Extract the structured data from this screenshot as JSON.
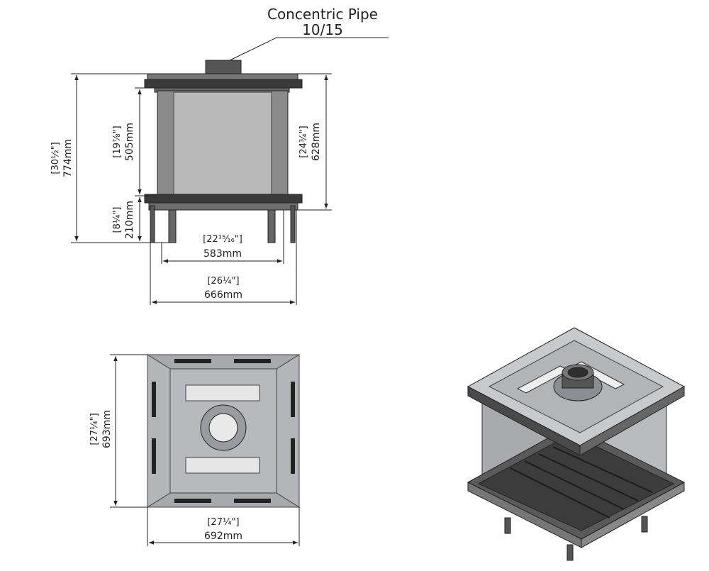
{
  "callout": {
    "title": "Concentric Pipe",
    "subtitle": "10/15"
  },
  "front_view": {
    "overall_height": {
      "mm": "774mm",
      "inch": "[30½\"]"
    },
    "glass_height": {
      "mm": "505mm",
      "inch": "[19⅞\"]"
    },
    "leg_height": {
      "mm": "210mm",
      "inch": "[8¼\"]"
    },
    "side_height": {
      "mm": "628mm",
      "inch": "[24¾\"]"
    },
    "inner_width": {
      "mm": "583mm",
      "inch": "[22¹⁵⁄₁₆\"]"
    },
    "outer_width": {
      "mm": "666mm",
      "inch": "[26¼\"]"
    }
  },
  "top_view": {
    "depth": {
      "mm": "693mm",
      "inch": "[27¼\"]"
    },
    "width": {
      "mm": "692mm",
      "inch": "[27¼\"]"
    }
  },
  "colors": {
    "line": "#222222",
    "glass": "#b9b9b9",
    "frame": "#8a8a8a",
    "dark": "#3a3a3a",
    "plate": "#c8c9cc"
  }
}
